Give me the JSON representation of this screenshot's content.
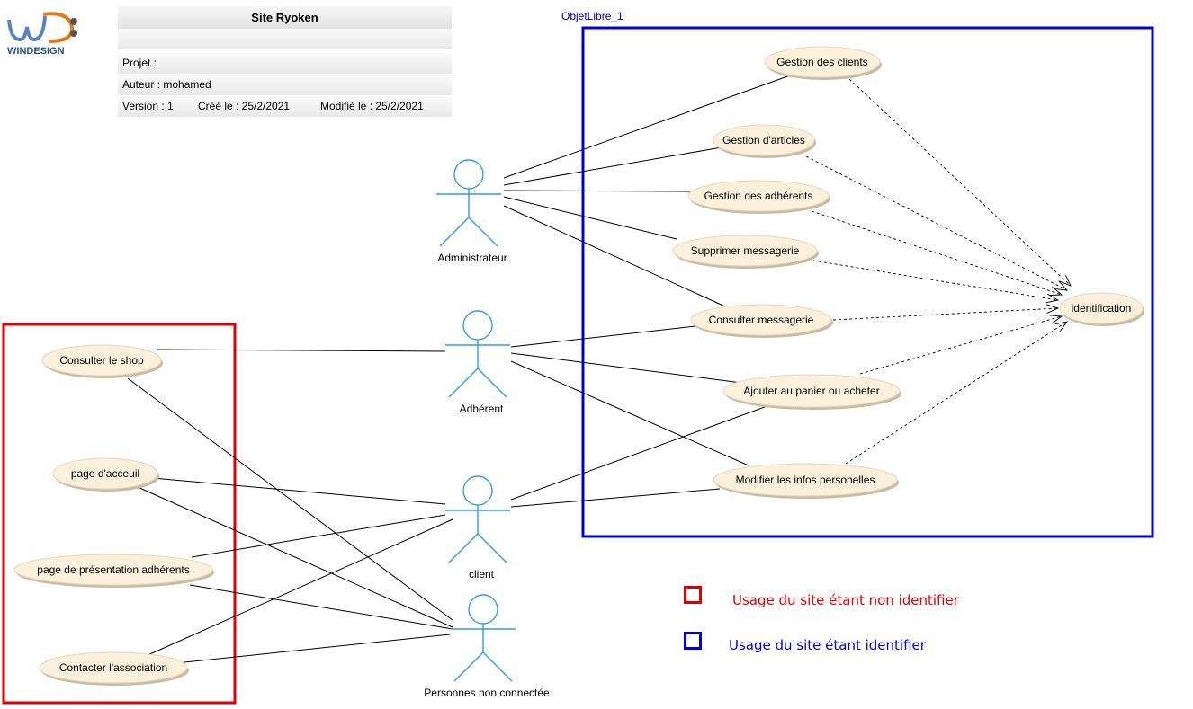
{
  "app": {
    "logo_text": "WINDESIGN"
  },
  "cartouche": {
    "title": "Site Ryoken",
    "projet": "Projet :",
    "auteur": "Auteur : mohamed",
    "version": "Version : 1",
    "cree": "Créé le : 25/2/2021",
    "modifie": "Modifié le : 25/2/2021"
  },
  "frame": {
    "title": "ObjetLibre_1",
    "color": "#0000dd"
  },
  "left_frame": {
    "color": "#dd0000"
  },
  "actors": [
    {
      "id": "admin",
      "label": "Administrateur"
    },
    {
      "id": "adherent",
      "label": "Adhérent"
    },
    {
      "id": "client",
      "label": "client"
    },
    {
      "id": "visitor",
      "label": "Personnes non connectée"
    }
  ],
  "usecases": [
    {
      "id": "uc1",
      "label": "Gestion des clients"
    },
    {
      "id": "uc2",
      "label": "Gestion d'articles"
    },
    {
      "id": "uc3",
      "label": "Gestion des adhérents"
    },
    {
      "id": "uc4",
      "label": "Supprimer messagerie"
    },
    {
      "id": "uc5",
      "label": "Consulter messagerie"
    },
    {
      "id": "uc6",
      "label": "Ajouter au panier ou acheter"
    },
    {
      "id": "uc7",
      "label": "Modifier les infos personelles"
    },
    {
      "id": "ucid",
      "label": "identification"
    },
    {
      "id": "ucL1",
      "label": "Consulter le shop"
    },
    {
      "id": "ucL2",
      "label": "page d'acceuil"
    },
    {
      "id": "ucL3",
      "label": "page de présentation adhérents"
    },
    {
      "id": "ucL4",
      "label": "Contacter l'association"
    }
  ],
  "associations": [
    [
      "admin",
      "uc1"
    ],
    [
      "admin",
      "uc2"
    ],
    [
      "admin",
      "uc3"
    ],
    [
      "admin",
      "uc4"
    ],
    [
      "admin",
      "uc5"
    ],
    [
      "adherent",
      "uc5"
    ],
    [
      "adherent",
      "uc6"
    ],
    [
      "adherent",
      "uc7"
    ],
    [
      "adherent",
      "ucL1"
    ],
    [
      "client",
      "uc6"
    ],
    [
      "client",
      "uc7"
    ],
    [
      "client",
      "ucL2"
    ],
    [
      "client",
      "ucL3"
    ],
    [
      "client",
      "ucL4"
    ],
    [
      "visitor",
      "ucL1"
    ],
    [
      "visitor",
      "ucL2"
    ],
    [
      "visitor",
      "ucL3"
    ],
    [
      "visitor",
      "ucL4"
    ]
  ],
  "includes": [
    "uc1",
    "uc2",
    "uc3",
    "uc4",
    "uc5",
    "uc6",
    "uc7"
  ],
  "legend": [
    {
      "label": "Usage du site étant non identifier",
      "color": "#dd0000"
    },
    {
      "label": "Usage du site étant identifier",
      "color": "#0000dd"
    }
  ],
  "colors": {
    "actor": "#3399ee",
    "usecase_fill": "#fbf0dc",
    "usecase_shadow": "#c8bca4"
  }
}
